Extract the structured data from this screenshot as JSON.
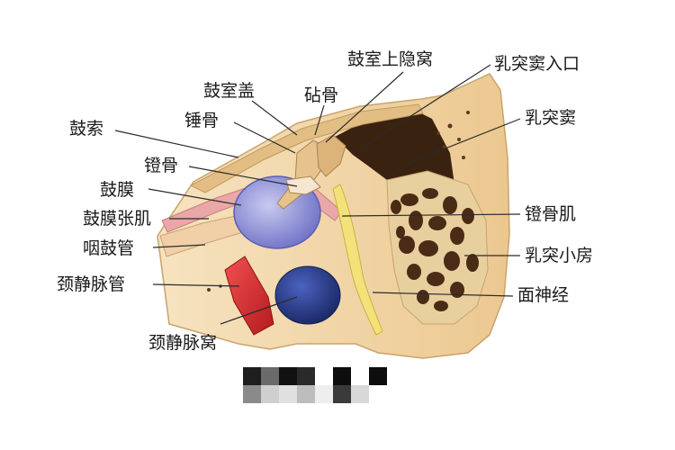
{
  "labels": {
    "tympanic_cord": "鼓索",
    "stapes": "镫骨",
    "tympanic_membrane": "鼓膜",
    "tensor_tympani": "鼓膜张肌",
    "pharyngotympanic_tube": "咽鼓管",
    "jugular_canal": "颈静脉管",
    "tegmen_tympani": "鼓室盖",
    "malleus": "锤骨",
    "incus": "砧骨",
    "epitympanic_recess": "鼓室上隐窝",
    "aditus_to_mastoid_antrum": "乳突窦入口",
    "mastoid_antrum": "乳突窦",
    "stapedius": "镫骨肌",
    "mastoid_cells": "乳突小房",
    "facial_nerve": "面神经",
    "jugular_fossa": "颈静脉窝"
  },
  "colors": {
    "line": "#2b2b2b",
    "bone": "#f2d9ad",
    "bone_shadow": "#d9b07a",
    "mastoid_cell": "#4a2c16",
    "membrane": "#8c8ed6",
    "artery": "#d8262b",
    "vein": "#2c3f8e",
    "nerve": "#f3e27a",
    "muscle": "#e9a7a8"
  }
}
